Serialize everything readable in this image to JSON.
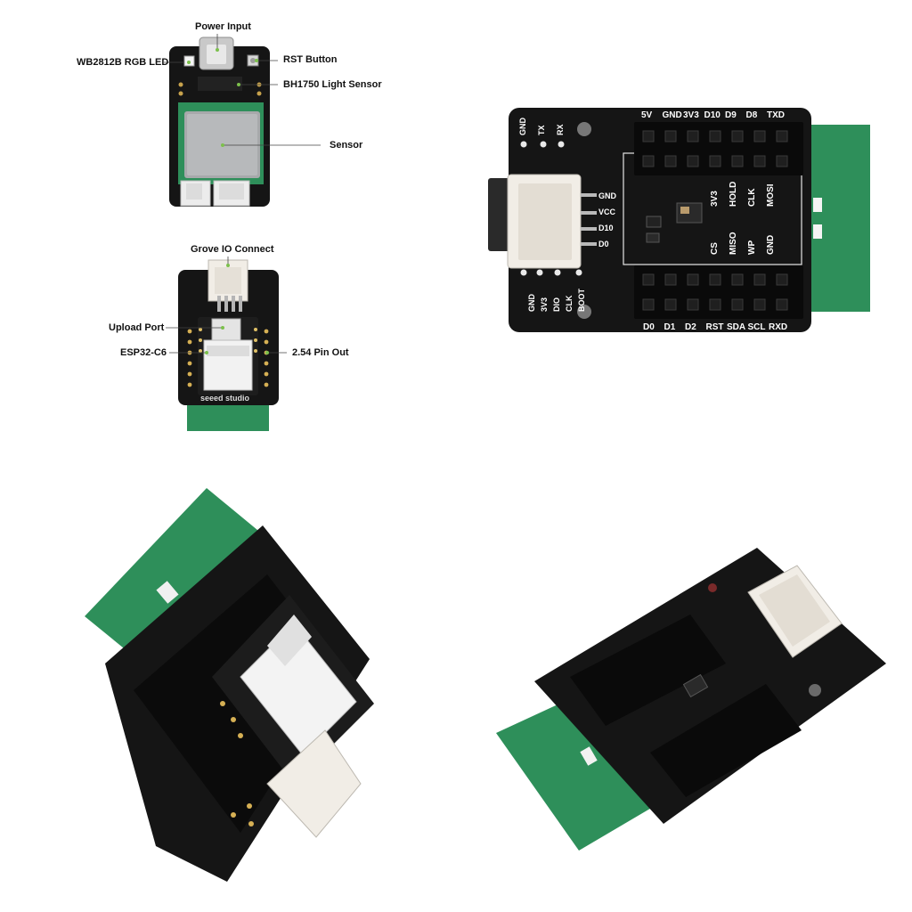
{
  "top_module": {
    "callouts": {
      "power_input": "Power Input",
      "rgb_led": "WB2812B RGB LED",
      "rst_button": "RST Button",
      "light_sensor": "BH1750 Light Sensor",
      "sensor": "Sensor"
    }
  },
  "middle_module": {
    "callouts": {
      "grove_io": "Grove IO Connect",
      "upload_port": "Upload Port",
      "esp32": "ESP32-C6",
      "pin_out": "2.54 Pin Out"
    },
    "brand_text": "seeed studio"
  },
  "expansion_board": {
    "top_pins": [
      "5V",
      "GND",
      "3V3",
      "D10",
      "D9",
      "D8",
      "TXD"
    ],
    "bottom_pins": [
      "D0",
      "D1",
      "D2",
      "RST",
      "SDA",
      "SCL",
      "RXD"
    ],
    "left_top_pins": [
      "GND",
      "TX",
      "RX"
    ],
    "grove_pins": [
      "GND",
      "VCC",
      "D10",
      "D0"
    ],
    "left_bottom_pins": [
      "GND",
      "3V3",
      "DIO",
      "CLK",
      "BOOT"
    ],
    "spi_upper": [
      "3V3",
      "HOLD",
      "CLK",
      "MOSI"
    ],
    "spi_lower": [
      "CS",
      "MISO",
      "WP",
      "GND"
    ]
  },
  "colors": {
    "pcb_black": "#151515",
    "antenna_green": "#2e8f5a",
    "header_black": "#0a0a0a",
    "connector_white": "#f1ede6",
    "shield_silver": "#a7a9ab"
  }
}
